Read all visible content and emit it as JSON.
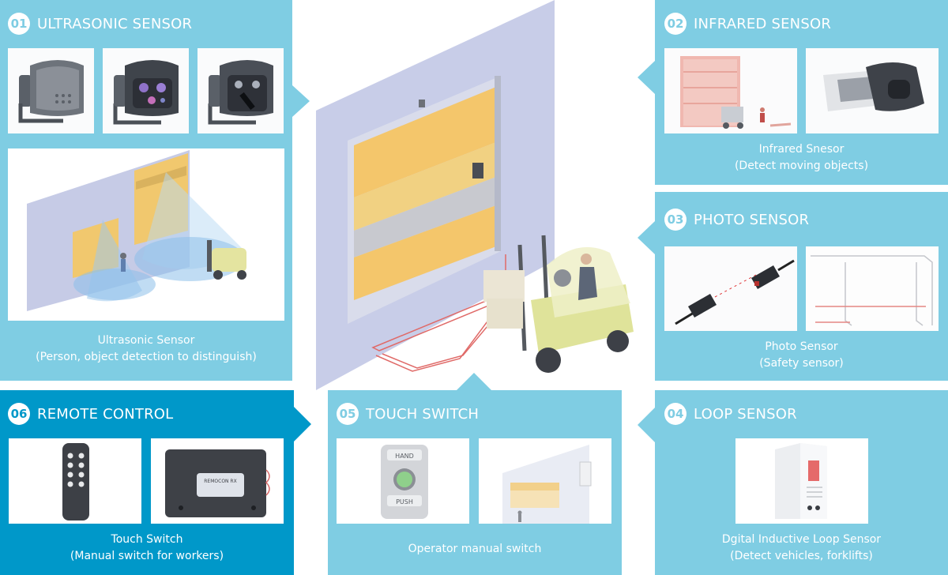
{
  "sections": {
    "ultrasonic": {
      "number": "01",
      "title": "ULTRASONIC SENSOR",
      "caption_line1": "Ultrasonic Sensor",
      "caption_line2": "(Person, object detection to distinguish)"
    },
    "infrared": {
      "number": "02",
      "title": "INFRARED SENSOR",
      "caption_line1": "Infrared Snesor",
      "caption_line2": "(Detect moving objects)"
    },
    "photo": {
      "number": "03",
      "title": "PHOTO SENSOR",
      "caption_line1": "Photo Sensor",
      "caption_line2": "(Safety sensor)"
    },
    "loop": {
      "number": "04",
      "title": "LOOP SENSOR",
      "caption_line1": "Dgital Inductive Loop Sensor",
      "caption_line2": "(Detect vehicles, forklifts)"
    },
    "touch": {
      "number": "05",
      "title": "TOUCH SWITCH",
      "caption_line1": "Operator manual switch"
    },
    "remote": {
      "number": "06",
      "title": "REMOTE CONTROL",
      "caption_line1": "Touch Switch",
      "caption_line2": "(Manual switch for workers)"
    }
  },
  "image_text": {
    "push_button_top": "HAND",
    "push_button_bottom": "PUSH",
    "receiver_label": "REMOCON RX"
  },
  "colors": {
    "panel": "#7fcde3",
    "panel_active": "#0098c9",
    "door_wall": "#c9cfe8",
    "door_curtain": "#f3c66a",
    "forklift": "#dfe39a"
  }
}
